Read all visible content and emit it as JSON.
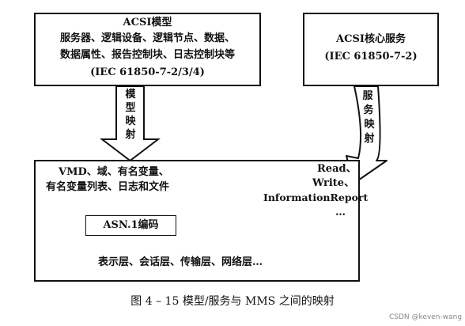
{
  "acsi_model_box": {
    "title": "ACSI模型",
    "line1": "服务器、逻辑设备、逻辑节点、数据、",
    "line2": "数据属性、报告控制块、日志控制块等",
    "line3": "(IEC 61850-7-2/3/4)"
  },
  "acsi_service_box": {
    "title": "ACSI核心服务",
    "line1": "(IEC 61850-7-2)"
  },
  "model_mapping_arrow": {
    "chars": [
      "模",
      "型",
      "映",
      "射"
    ]
  },
  "service_mapping_arrow": {
    "chars": [
      "服",
      "务",
      "映",
      "射"
    ]
  },
  "mms_box": {
    "objects_line1": "VMD、域、有名变量、",
    "objects_line2": "有名变量列表、日志和文件",
    "services_line1": "Read、",
    "services_line2": "Write、",
    "services_line3": "InformationReport",
    "services_line4": "…",
    "asn1_label": "ASN.1编码",
    "layers": "表示层、会话层、传输层、网络层…"
  },
  "caption": "图 4 – 15    模型/服务与 MMS 之间的映射",
  "watermark": "CSDN @keven-wang"
}
